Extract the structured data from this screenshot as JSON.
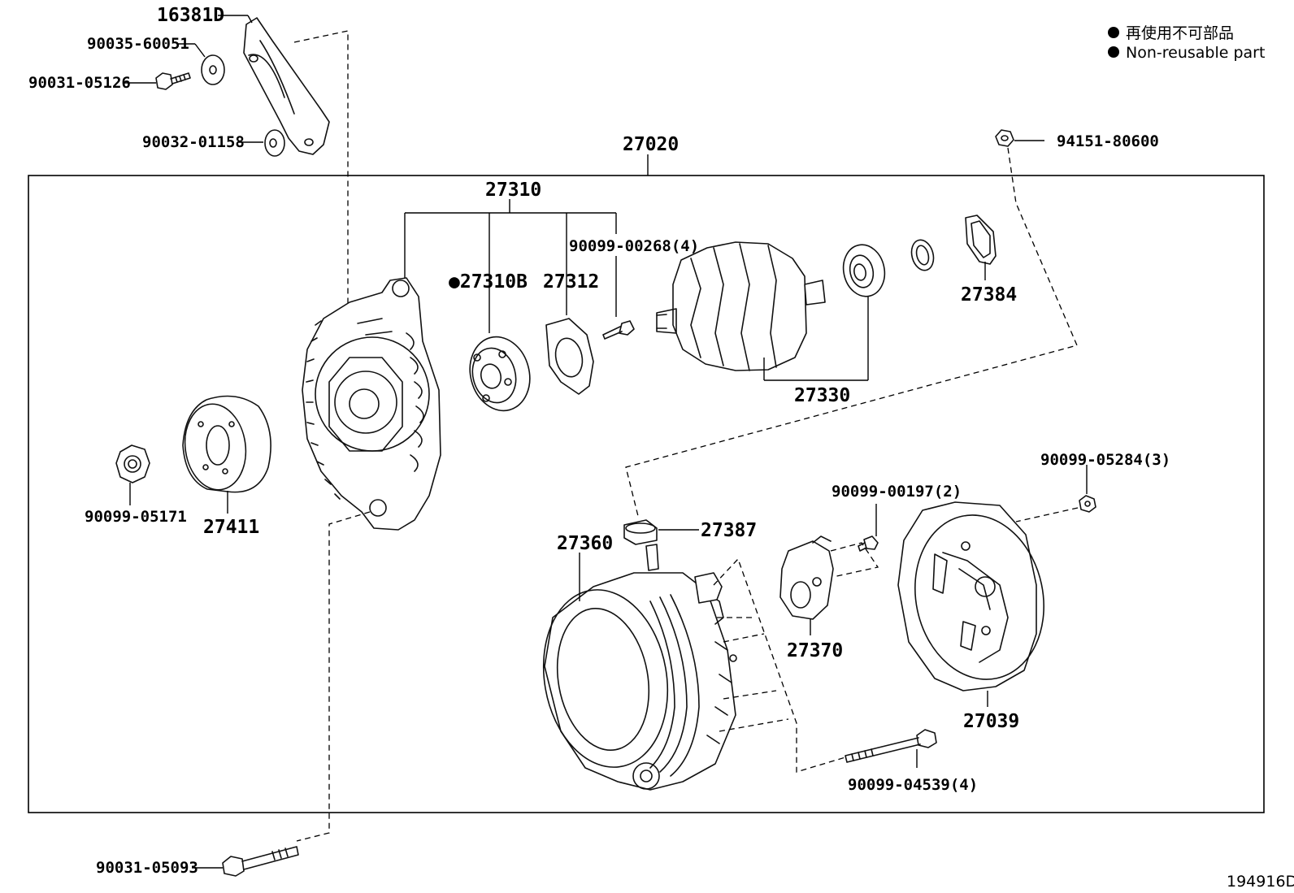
{
  "legend": {
    "marker": "●",
    "jp": "再使用不可部品",
    "en": "Non-reusable part"
  },
  "diagram_id": "194916D",
  "assembly": "27020",
  "parts": {
    "p16381D": "16381D",
    "p90035_60051": "90035-60051",
    "p90031_05126": "90031-05126",
    "p90032_01158": "90032-01158",
    "p94151_80600": "94151-80600",
    "p27310": "27310",
    "p27310B": "●27310B",
    "p27312": "27312",
    "p90099_00268": "90099-00268(4)",
    "p27384": "27384",
    "p27330": "27330",
    "p90099_05171": "90099-05171",
    "p27411": "27411",
    "p90099_05284": "90099-05284(3)",
    "p90099_00197": "90099-00197(2)",
    "p27387": "27387",
    "p27360": "27360",
    "p27370": "27370",
    "p27039": "27039",
    "p90099_04539": "90099-04539(4)",
    "p90031_05093": "90031-05093"
  }
}
